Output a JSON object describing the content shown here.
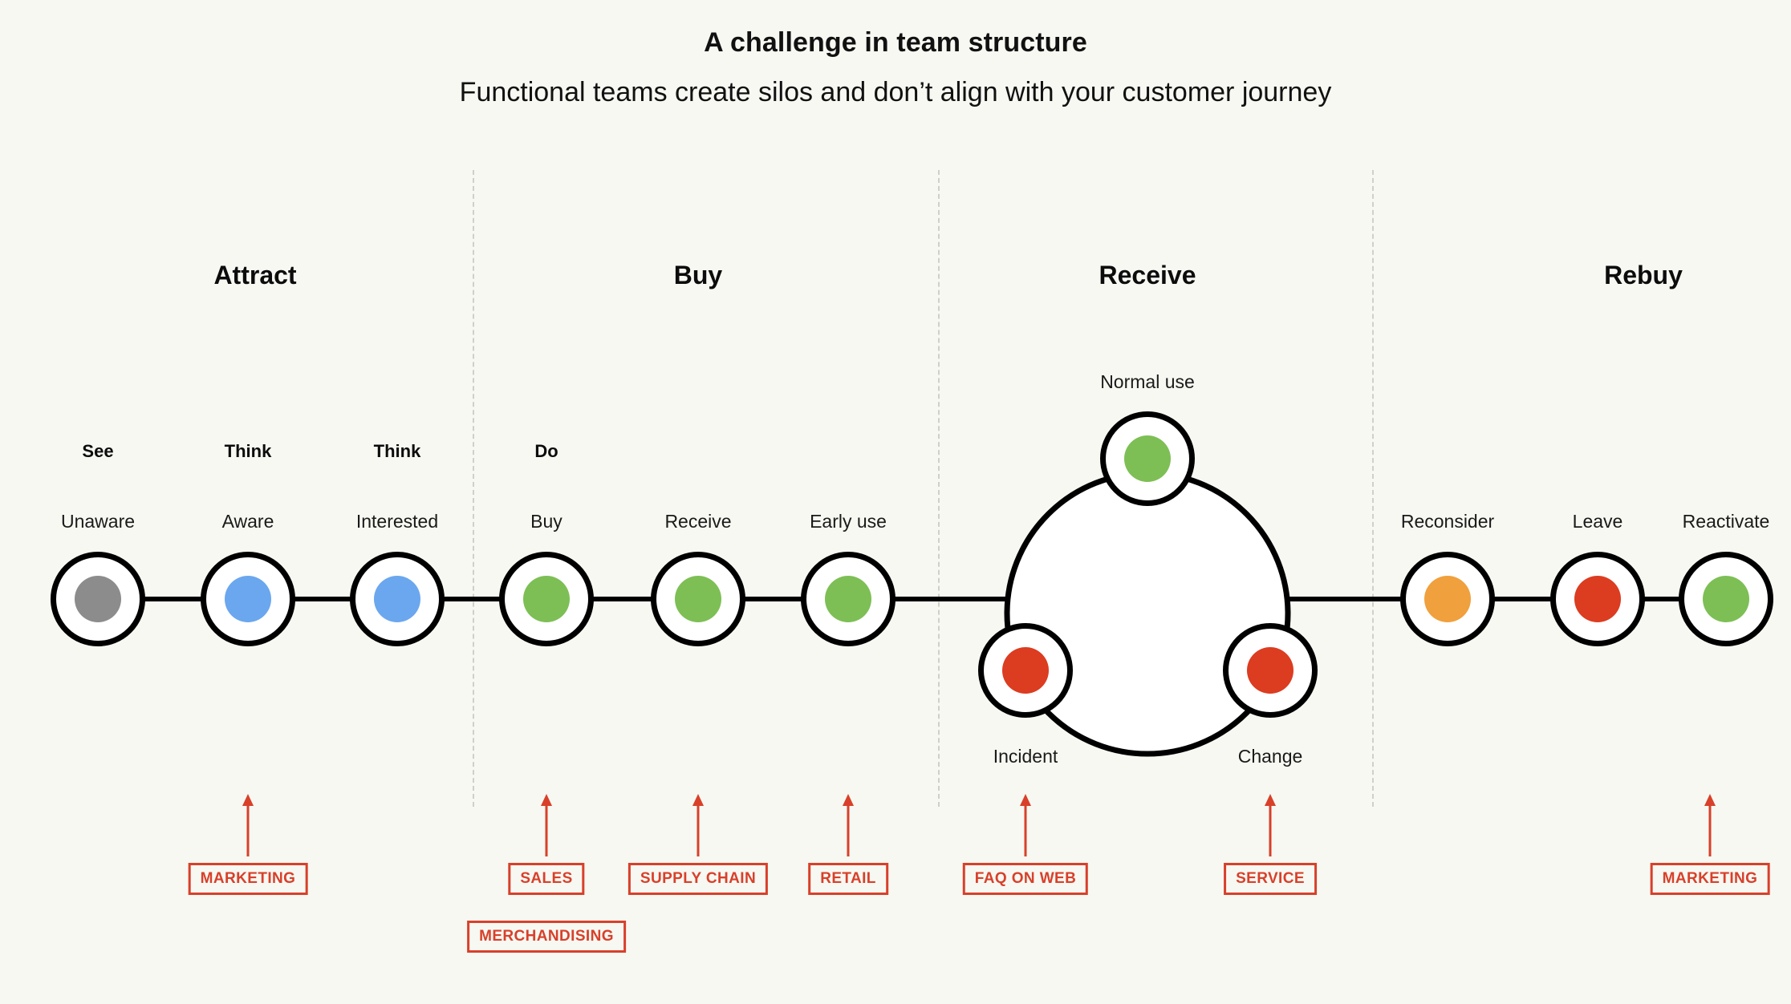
{
  "header": {
    "title": "A challenge in team structure",
    "subtitle": "Functional teams create silos and don’t align with your customer journey"
  },
  "colors": {
    "background": "#F7F8F2",
    "stroke": "#000000",
    "divider": "#CFD0C6",
    "team_red": "#D8402A",
    "grey": "#8C8C8C",
    "blue": "#6BA7EE",
    "green": "#7DBF55",
    "orange": "#F0A03C",
    "red": "#DC3C20"
  },
  "stages": [
    {
      "label": "Attract"
    },
    {
      "label": "Buy"
    },
    {
      "label": "Receive"
    },
    {
      "label": "Rebuy"
    }
  ],
  "phases": [
    {
      "label": "See"
    },
    {
      "label": "Think"
    },
    {
      "label": "Think"
    },
    {
      "label": "Do"
    }
  ],
  "nodes": [
    {
      "label": "Unaware",
      "color": "grey"
    },
    {
      "label": "Aware",
      "color": "blue"
    },
    {
      "label": "Interested",
      "color": "blue"
    },
    {
      "label": "Buy",
      "color": "green"
    },
    {
      "label": "Receive",
      "color": "green"
    },
    {
      "label": "Early use",
      "color": "green"
    },
    {
      "label": "Reconsider",
      "color": "orange"
    },
    {
      "label": "Leave",
      "color": "red"
    },
    {
      "label": "Reactivate",
      "color": "green"
    }
  ],
  "loop_nodes": [
    {
      "label": "Normal use",
      "color": "green"
    },
    {
      "label": "Incident",
      "color": "red"
    },
    {
      "label": "Change",
      "color": "red"
    }
  ],
  "teams": [
    {
      "label": "MARKETING"
    },
    {
      "label": "SALES"
    },
    {
      "label": "MERCHANDISING"
    },
    {
      "label": "SUPPLY CHAIN"
    },
    {
      "label": "RETAIL"
    },
    {
      "label": "FAQ ON WEB"
    },
    {
      "label": "SERVICE"
    },
    {
      "label": "MARKETING"
    }
  ]
}
